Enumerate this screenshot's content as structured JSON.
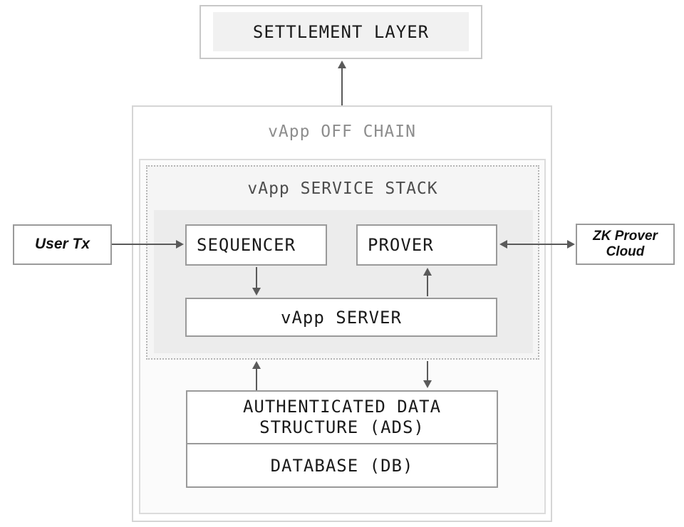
{
  "diagram": {
    "settlement_layer": {
      "label": "SETTLEMENT LAYER"
    },
    "off_chain": {
      "title": "vApp OFF CHAIN",
      "service_stack": {
        "title": "vApp SERVICE STACK",
        "sequencer": {
          "label": "SEQUENCER"
        },
        "prover": {
          "label": "PROVER"
        },
        "vapp_server": {
          "label": "vApp SERVER"
        }
      },
      "ads": {
        "line1": "AUTHENTICATED DATA",
        "line2": "STRUCTURE (ADS)"
      },
      "database": {
        "label": "DATABASE (DB)"
      }
    },
    "externals": {
      "user_tx": {
        "label": "User Tx"
      },
      "zk_prover_cloud": {
        "line1": "ZK Prover",
        "line2": "Cloud"
      }
    },
    "colors": {
      "arrow": "#5a5a5a",
      "box_border": "#9a9a9a",
      "container_border": "#d5d5d5",
      "dotted_border": "#b5b5b5",
      "text_dark": "#1a1a1a",
      "title_gray": "#8d8d8d",
      "subtitle_gray": "#4d4d4d",
      "panel_bg": "#ececec",
      "inner_bg": "#fbfbfb",
      "settlement_bg": "#f1f1f1",
      "settlement_border": "#c8c8c8"
    }
  }
}
